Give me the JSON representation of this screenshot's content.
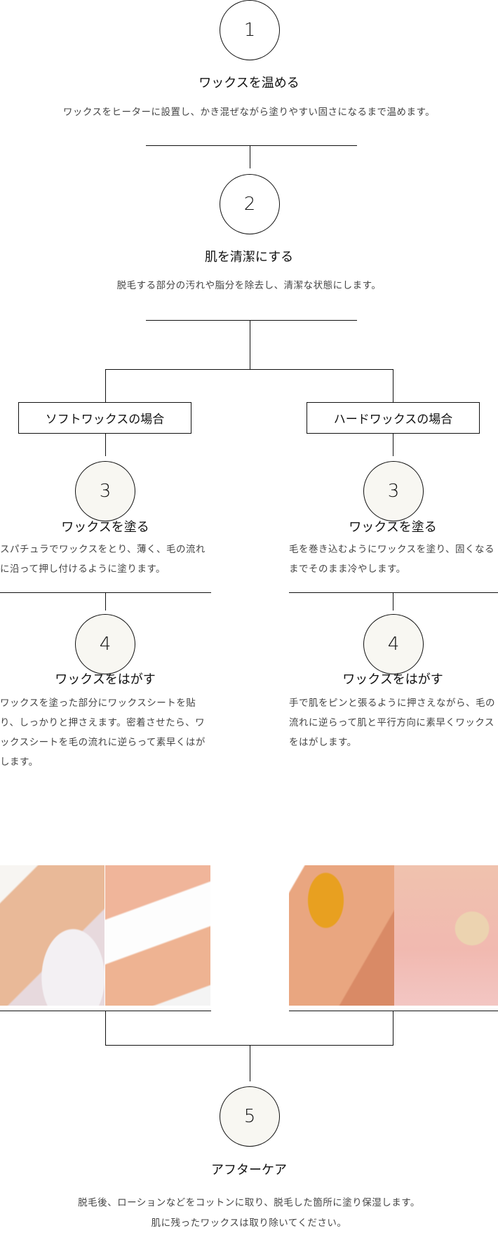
{
  "step1": {
    "number": "1",
    "title": "ワックスを温める",
    "desc": "ワックスをヒーターに設置し、かき混ぜながら塗りやすい固さになるまで温めます。"
  },
  "step2": {
    "number": "2",
    "title": "肌を清潔にする",
    "desc": "脱毛する部分の汚れや脂分を除去し、清潔な状態にします。"
  },
  "soft": {
    "label": "ソフトワックスの場合",
    "step3": {
      "number": "3",
      "title": "ワックスを塗る",
      "desc": "スパチュラでワックスをとり、薄く、毛の流れに沿って押し付けるように塗ります。"
    },
    "step4": {
      "number": "4",
      "title": "ワックスをはがす",
      "desc": "ワックスを塗った部分にワックスシートを貼り、しっかりと押さえます。密着させたら、ワックスシートを毛の流れに逆らって素早くはがします。"
    }
  },
  "hard": {
    "label": "ハードワックスの場合",
    "step3": {
      "number": "3",
      "title": "ワックスを塗る",
      "desc": "毛を巻き込むようにワックスを塗り、固くなるまでそのまま冷やします。"
    },
    "step4": {
      "number": "4",
      "title": "ワックスをはがす",
      "desc": "手で肌をピンと張るように押さえながら、毛の流れに逆らって肌と平行方向に素早くワックスをはがします。"
    }
  },
  "step5": {
    "number": "5",
    "title": "アフターケア",
    "desc1": "脱毛後、ローションなどをコットンに取り、脱毛した箇所に塗り保湿します。",
    "desc2": "肌に残ったワックスは取り除いてください。"
  },
  "colors": {
    "circle_fill": "#f8f7f2",
    "line": "#111111"
  }
}
